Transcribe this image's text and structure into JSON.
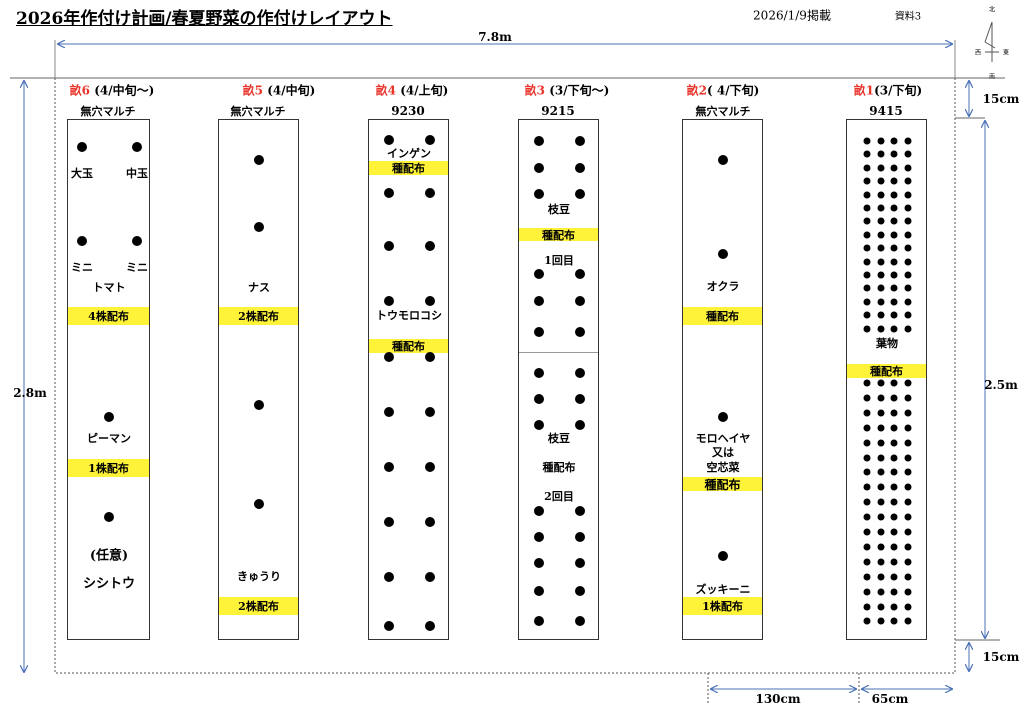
{
  "title": "2026年作付け計画/春夏野菜の作付けレイアウト",
  "date": "2026/1/9掲載",
  "doc_no": "資料3",
  "compass": {
    "n": "北",
    "w": "西",
    "e": "東",
    "s": "南"
  },
  "dims": {
    "width": "7.8m",
    "height": "2.8m",
    "top_margin": "15cm",
    "bed_length": "2.5m",
    "bottom_margin": "15cm",
    "spacing": "130cm",
    "bed_width": "65cm"
  },
  "colors": {
    "accent_red": "#e8342a",
    "band_yellow": "#fff33a",
    "dim_line": "#4a72b8"
  },
  "beds": [
    {
      "id": "畝6",
      "period": " (4/中旬～)",
      "sub": "無穴マルチ",
      "labels": [
        "大玉",
        "中玉",
        "ミニ",
        "ミニ",
        "トマト",
        "ピーマン",
        "(任意)",
        "シシトウ"
      ],
      "bands": [
        "4株配布",
        "1株配布"
      ]
    },
    {
      "id": "畝5",
      "period": " (4/中旬)",
      "sub": "無穴マルチ",
      "labels": [
        "ナス",
        "きゅうり"
      ],
      "bands": [
        "2株配布",
        "2株配布"
      ]
    },
    {
      "id": "畝4",
      "period": " (4/上旬)",
      "sub": "9230",
      "labels": [
        "インゲン",
        "トウモロコシ"
      ],
      "bands": [
        "種配布",
        "種配布"
      ]
    },
    {
      "id": "畝3",
      "period": " (3/下旬～)",
      "sub": "9215",
      "labels": [
        "枝豆",
        "1回目",
        "枝豆",
        "種配布",
        "2回目"
      ],
      "bands": [
        "種配布"
      ]
    },
    {
      "id": "畝2",
      "period": "( 4/下旬)",
      "sub": "無穴マルチ",
      "labels": [
        "オクラ",
        "モロヘイヤ",
        "又は",
        "空芯菜",
        "ズッキーニ"
      ],
      "bands": [
        "種配布",
        "種配布",
        "1株配布"
      ]
    },
    {
      "id": "畝1",
      "period": "(3/下旬)",
      "sub": "9415",
      "labels": [
        "葉物"
      ],
      "bands": [
        "種配布"
      ]
    }
  ]
}
